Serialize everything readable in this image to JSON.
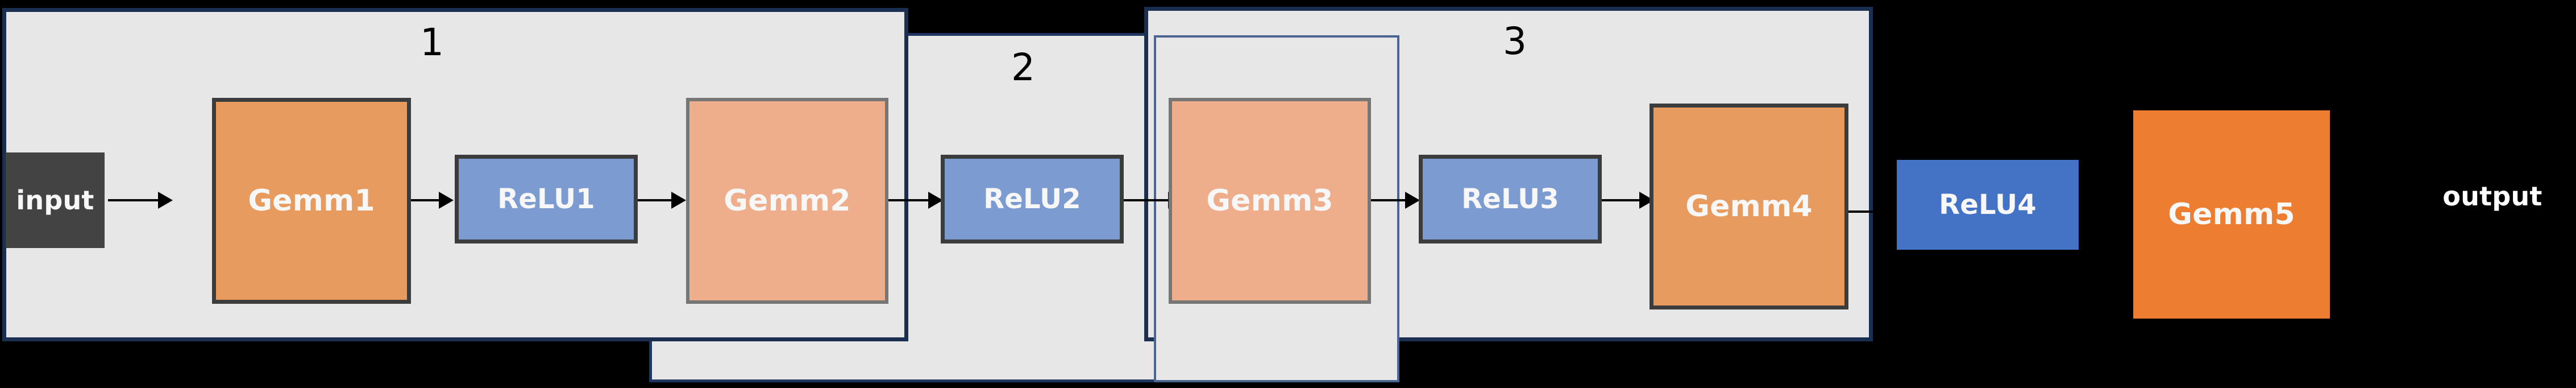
{
  "diagram": {
    "title_present": false,
    "groups": [
      {
        "id": "g1",
        "label": "1"
      },
      {
        "id": "g2",
        "label": "2"
      },
      {
        "id": "g3",
        "label": "3"
      }
    ],
    "nodes": [
      {
        "id": "input",
        "label": "input",
        "kind": "io",
        "color": "#434343"
      },
      {
        "id": "gemm1",
        "label": "Gemm1",
        "kind": "gemm-d",
        "color": "#e89b5e"
      },
      {
        "id": "relu1",
        "label": "ReLU1",
        "kind": "relu-d",
        "color": "#7c9cd1"
      },
      {
        "id": "gemm2",
        "label": "Gemm2",
        "kind": "gemm-l",
        "color": "#eeae8c"
      },
      {
        "id": "relu2",
        "label": "ReLU2",
        "kind": "relu-d",
        "color": "#7c9cd1"
      },
      {
        "id": "gemm3",
        "label": "Gemm3",
        "kind": "gemm-l",
        "color": "#eeae8c"
      },
      {
        "id": "relu3",
        "label": "ReLU3",
        "kind": "relu-d",
        "color": "#7c9cd1"
      },
      {
        "id": "gemm4",
        "label": "Gemm4",
        "kind": "gemm-d",
        "color": "#e89b5e"
      },
      {
        "id": "relu4",
        "label": "ReLU4",
        "kind": "relu-b",
        "color": "#4472c4"
      },
      {
        "id": "gemm5",
        "label": "Gemm5",
        "kind": "gemm-b",
        "color": "#ed7d31"
      },
      {
        "id": "output",
        "label": "output",
        "kind": "out",
        "color": "#ffffff"
      }
    ],
    "edges": [
      {
        "from": "input",
        "to": "gemm1"
      },
      {
        "from": "gemm1",
        "to": "relu1"
      },
      {
        "from": "relu1",
        "to": "gemm2"
      },
      {
        "from": "gemm2",
        "to": "relu2"
      },
      {
        "from": "relu2",
        "to": "gemm3"
      },
      {
        "from": "gemm3",
        "to": "relu3"
      },
      {
        "from": "relu3",
        "to": "gemm4"
      },
      {
        "from": "gemm4",
        "to": "relu4"
      }
    ],
    "palette": {
      "background": "#000000",
      "group_fill": "#e7e7e8",
      "group_border_outer": "#1b2f52",
      "group_border_mid": "#1f3661",
      "group_border_inner": "#4a6590",
      "node_border_dark": "#3c3c3c",
      "node_border_gray": "#767676",
      "edge": "#000000",
      "node_text": "#f7f7f7"
    }
  }
}
